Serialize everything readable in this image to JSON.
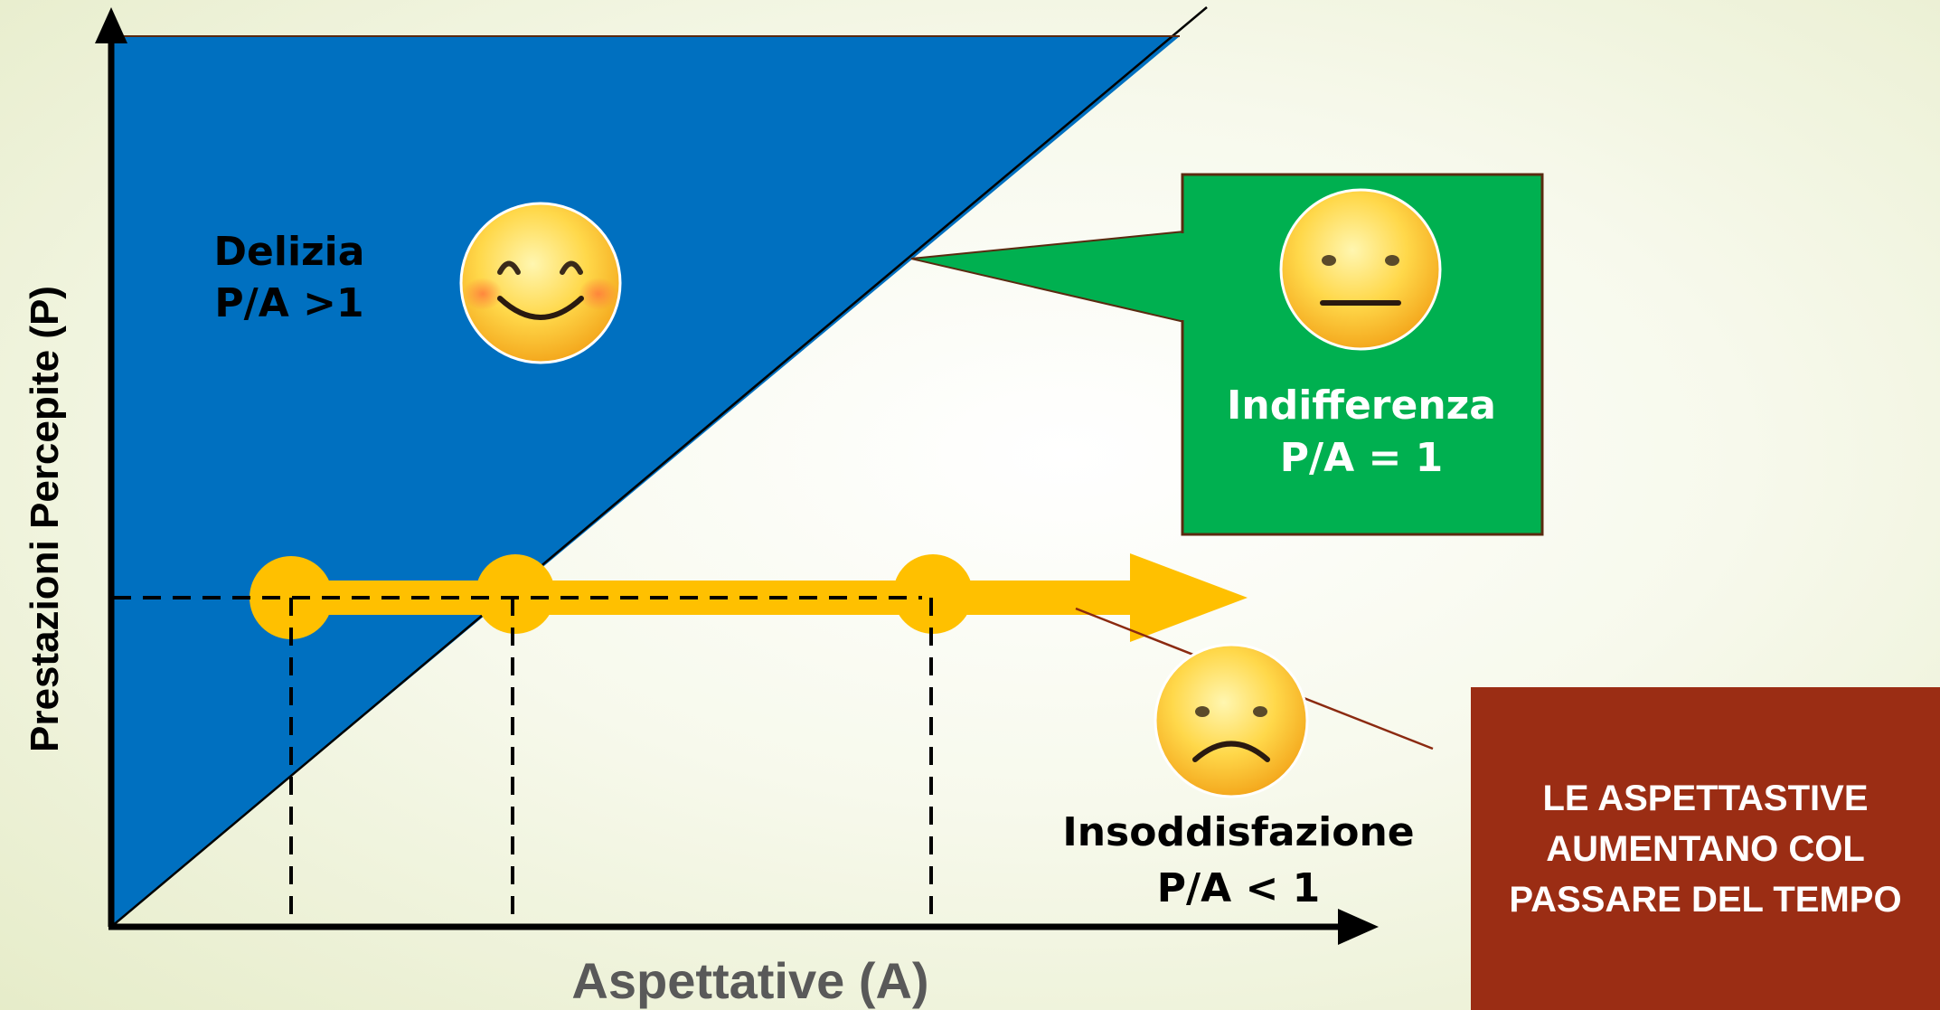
{
  "axes": {
    "y_label": "Prestazioni Percepite (P)",
    "x_label": "Aspettative (A)"
  },
  "regions": {
    "delizia": {
      "title": "Delizia",
      "formula": "P/A >1",
      "color": "#0070c0"
    },
    "indifferenza": {
      "title": "Indifferenza",
      "formula": "P/A = 1",
      "color": "#00b050"
    },
    "insoddisfazione": {
      "title": "Insoddisfazione",
      "formula": "P/A < 1"
    }
  },
  "faces": {
    "happy": "smiling-face-icon",
    "neutral": "neutral-face-icon",
    "sad": "frowning-face-icon"
  },
  "timeline_arrow": {
    "color": "#ffc000",
    "points": 3
  },
  "note": {
    "text": "LE ASPETTASTIVE AUMENTANO COL PASSARE DEL TEMPO",
    "color": "#9b2d14"
  }
}
